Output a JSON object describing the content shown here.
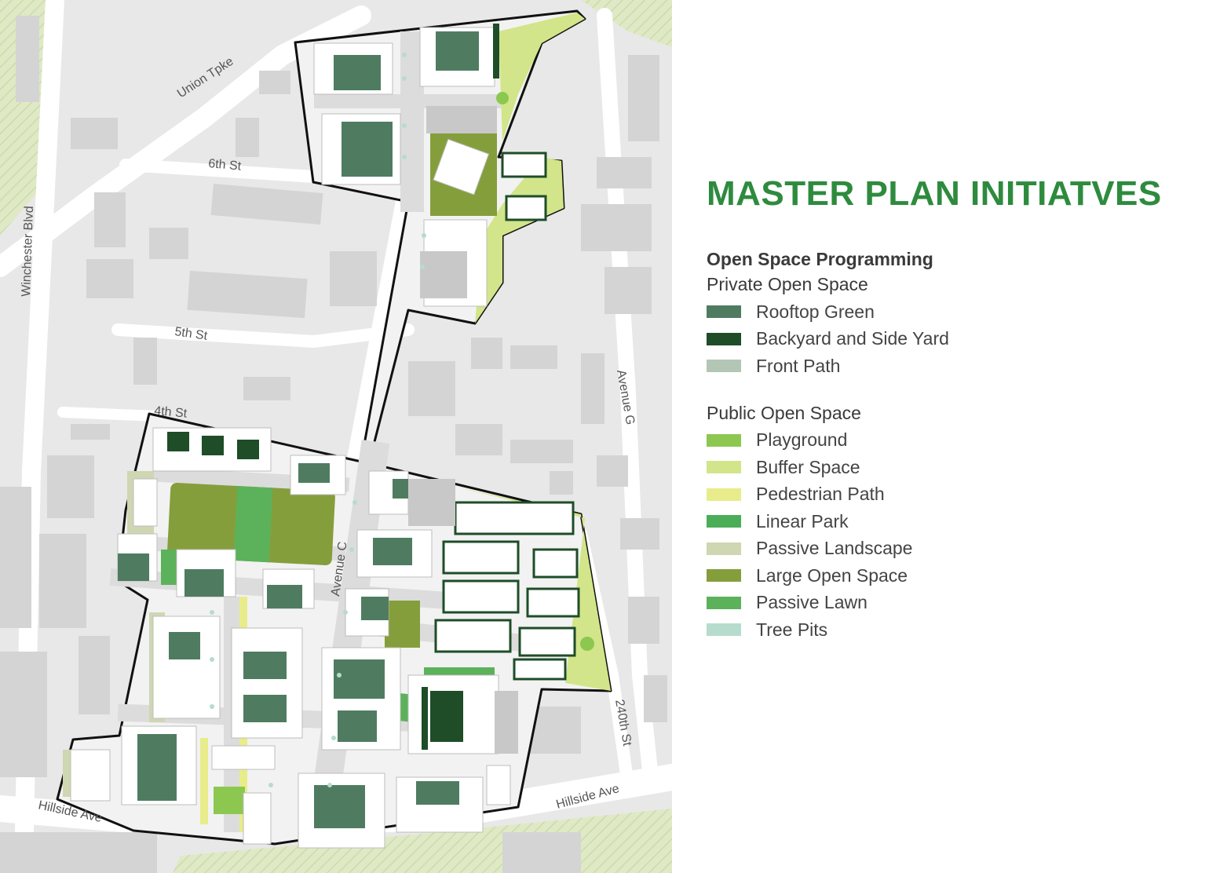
{
  "legend": {
    "title": "MASTER PLAN INITIATVES",
    "heading": "Open Space Programming",
    "private": {
      "label": "Private Open Space",
      "items": [
        {
          "label": "Rooftop Green",
          "color": "#4f7c60"
        },
        {
          "label": "Backyard and Side Yard",
          "color": "#1e4d28"
        },
        {
          "label": "Front Path",
          "color": "#b3c6b5"
        }
      ]
    },
    "public": {
      "label": "Public Open Space",
      "items": [
        {
          "label": "Playground",
          "color": "#8cc850"
        },
        {
          "label": "Buffer Space",
          "color": "#d2e58a"
        },
        {
          "label": "Pedestrian Path",
          "color": "#e8ec8a"
        },
        {
          "label": "Linear Park",
          "color": "#4cad58"
        },
        {
          "label": "Passive Landscape",
          "color": "#cfd6b2"
        },
        {
          "label": "Large Open Space",
          "color": "#859e3c"
        },
        {
          "label": "Passive Lawn",
          "color": "#5cb25a"
        },
        {
          "label": "Tree Pits",
          "color": "#b6dccd"
        }
      ]
    }
  },
  "map": {
    "streets": {
      "union_tpke": "Union Tpke",
      "sixth_st": "6th St",
      "fifth_st": "5th St",
      "fourth_st": "4th St",
      "winchester_blvd": "Winchester Blvd",
      "avenue_c": "Avenue C",
      "avenue_g": "Avenue G",
      "st_240th": "240th St",
      "hillside_ave_left": "Hillside Ave",
      "hillside_ave_right": "Hillside Ave"
    }
  }
}
